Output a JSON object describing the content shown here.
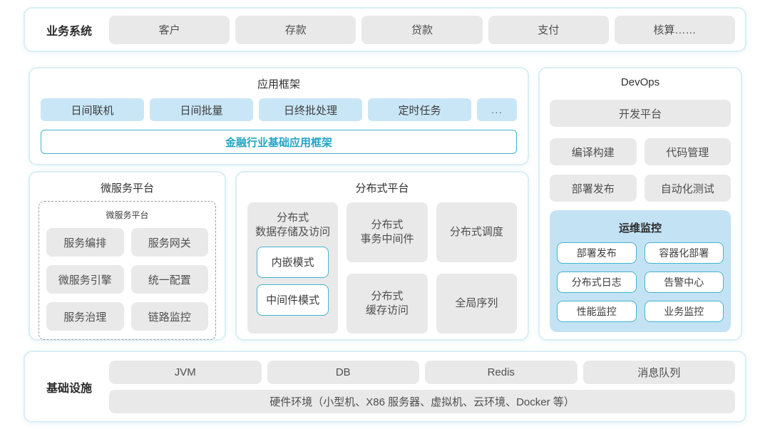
{
  "colors": {
    "accent_teal": "#43b4cc",
    "teal_text": "#21a5c2",
    "panel_border": "#d9eef4",
    "light_blue": "#c8e6f6",
    "monitor_bg": "#c3e3f4",
    "gray_box": "#e9e9e9"
  },
  "business": {
    "label": "业务系统",
    "items": [
      "客户",
      "存款",
      "贷款",
      "支付",
      "核算……"
    ]
  },
  "app_framework": {
    "title": "应用框架",
    "items": [
      "日间联机",
      "日间批量",
      "日终批处理",
      "定时任务"
    ],
    "dots": "...",
    "base_framework": "金融行业基础应用框架"
  },
  "devops": {
    "title": "DevOps",
    "dev_platform": "开发平台",
    "tools": [
      "编译构建",
      "代码管理",
      "部署发布",
      "自动化测试"
    ],
    "monitoring": {
      "title": "运维监控",
      "items": [
        "部署发布",
        "容器化部署",
        "分布式日志",
        "告警中心",
        "性能监控",
        "业务监控"
      ]
    }
  },
  "microservice": {
    "title": "微服务平台",
    "inner_title": "微服务平台",
    "items": [
      "服务编排",
      "服务网关",
      "微服务引擎",
      "统一配置",
      "服务治理",
      "链路监控"
    ]
  },
  "distributed": {
    "title": "分布式平台",
    "storage": {
      "line1": "分布式",
      "line2": "数据存储及访问",
      "modes": [
        "内嵌模式",
        "中间件模式"
      ]
    },
    "cells": [
      {
        "line1": "分布式",
        "line2": "事务中间件"
      },
      {
        "line1": "分布式",
        "line2": "缓存访问"
      },
      {
        "label": "分布式调度"
      },
      {
        "label": "全局序列"
      }
    ]
  },
  "infrastructure": {
    "label": "基础设施",
    "items": [
      "JVM",
      "DB",
      "Redis",
      "消息队列"
    ],
    "hardware": "硬件环境（小型机、X86 服务器、虚拟机、云环境、Docker 等）"
  }
}
